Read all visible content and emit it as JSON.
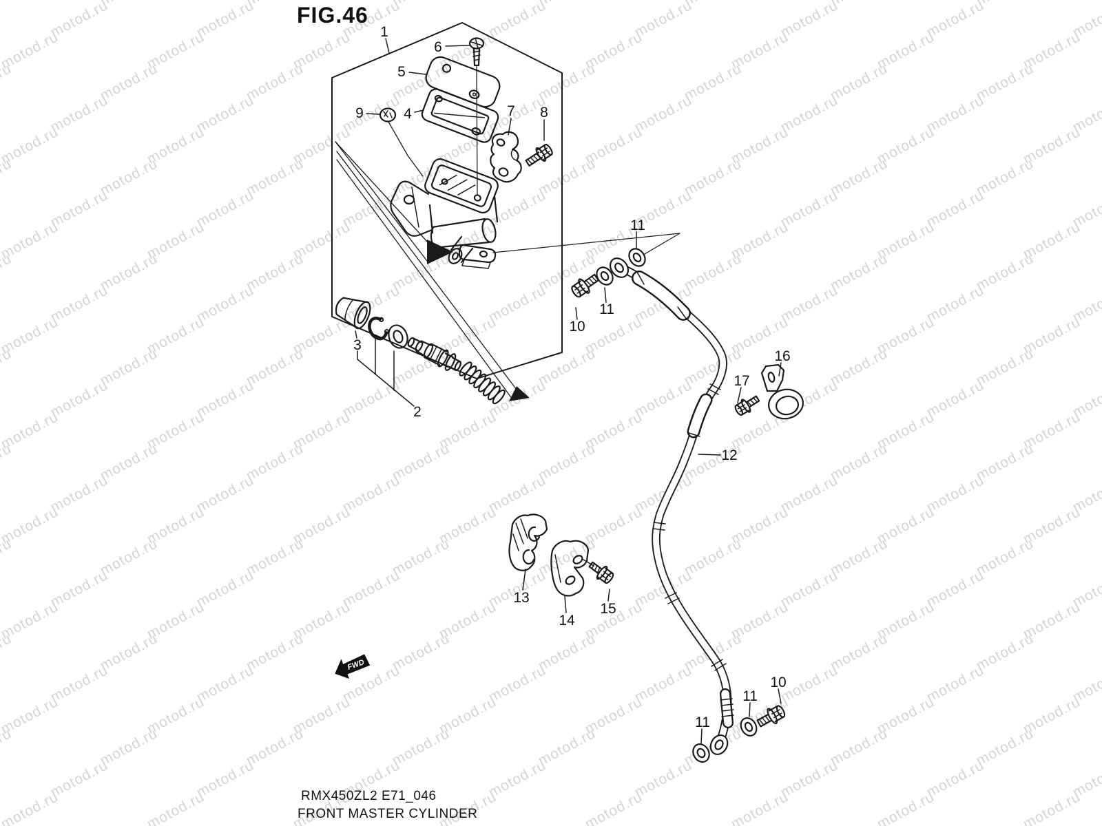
{
  "figure": {
    "title": "FIG.46"
  },
  "watermark": {
    "text": "motod.ru",
    "color": "#d3d3d3"
  },
  "direction_arrow": {
    "label": "FWD"
  },
  "footer": {
    "model_code": "RMX450ZL2 E71_046",
    "figure_name": "FRONT MASTER CYLINDER"
  },
  "callouts": {
    "c1": {
      "label": "1"
    },
    "c2": {
      "label": "2"
    },
    "c3": {
      "label": "3"
    },
    "c4": {
      "label": "4"
    },
    "c5": {
      "label": "5"
    },
    "c6": {
      "label": "6"
    },
    "c7": {
      "label": "7"
    },
    "c8": {
      "label": "8"
    },
    "c9": {
      "label": "9"
    },
    "c10a": {
      "label": "10"
    },
    "c10b": {
      "label": "10"
    },
    "c11a": {
      "label": "11"
    },
    "c11b": {
      "label": "11"
    },
    "c11c": {
      "label": "11"
    },
    "c11d": {
      "label": "11"
    },
    "c12": {
      "label": "12"
    },
    "c13": {
      "label": "13"
    },
    "c14": {
      "label": "14"
    },
    "c15": {
      "label": "15"
    },
    "c16": {
      "label": "16"
    },
    "c17": {
      "label": "17"
    }
  }
}
